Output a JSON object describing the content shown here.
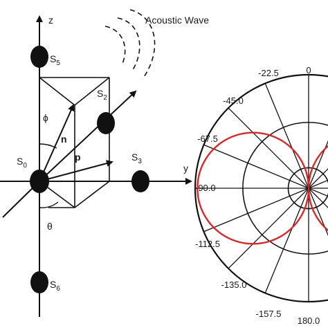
{
  "diagram": {
    "wave_label": "Acoustic Wave",
    "axes": {
      "z": "z",
      "y": "y"
    },
    "angles": {
      "phi": "ϕ",
      "theta": "θ"
    },
    "vectors": {
      "n": "n",
      "p": "p"
    },
    "sensors": {
      "s0": {
        "base": "S",
        "sub": "0"
      },
      "s2": {
        "base": "S",
        "sub": "2"
      },
      "s3": {
        "base": "S",
        "sub": "3"
      },
      "s5": {
        "base": "S",
        "sub": "5"
      },
      "s6": {
        "base": "S",
        "sub": "6"
      }
    }
  },
  "polar": {
    "angle_labels": {
      "a0": "0",
      "a_m22": "-22.5",
      "a_m45": "-45.0",
      "a_m67": "-67.5",
      "a_m90": "-90.0",
      "a_m112": "-112.5",
      "a_m135": "-135.0",
      "a_m157": "-157.5",
      "a180": "180.0"
    },
    "pattern_color": "#d42a2a",
    "grid_color": "#111111"
  }
}
